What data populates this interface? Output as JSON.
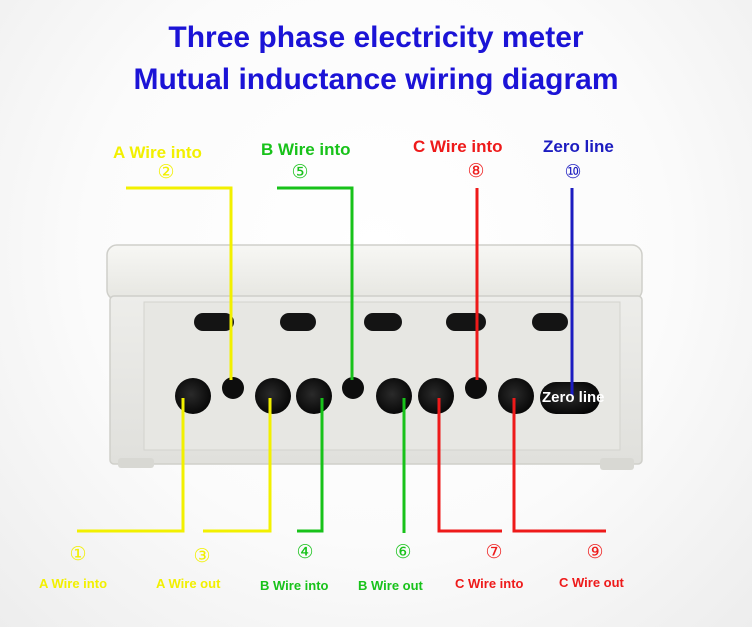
{
  "title": {
    "line1": "Three phase electricity meter",
    "line2": "Mutual inductance wiring diagram"
  },
  "top_labels": {
    "a_into": "A Wire into",
    "a_num": "②",
    "b_into": "B Wire into",
    "b_num": "⑤",
    "c_into": "C Wire into",
    "c_num": "⑧",
    "zero": "Zero line",
    "zero_num": "⑩"
  },
  "box_label": "Zero line",
  "bottom_labels": [
    {
      "num": "①",
      "text": "A Wire into"
    },
    {
      "num": "③",
      "text": "A Wire out"
    },
    {
      "num": "④",
      "text": "B Wire into"
    },
    {
      "num": "⑥",
      "text": "B Wire out"
    },
    {
      "num": "⑦",
      "text": "C Wire into"
    },
    {
      "num": "⑨",
      "text": "C Wire out"
    }
  ],
  "colors": {
    "phase_a": "#f2f000",
    "phase_b": "#18c21a",
    "phase_c": "#ee1a1a",
    "neutral": "#1c1cc0",
    "title": "#1b13d6"
  }
}
